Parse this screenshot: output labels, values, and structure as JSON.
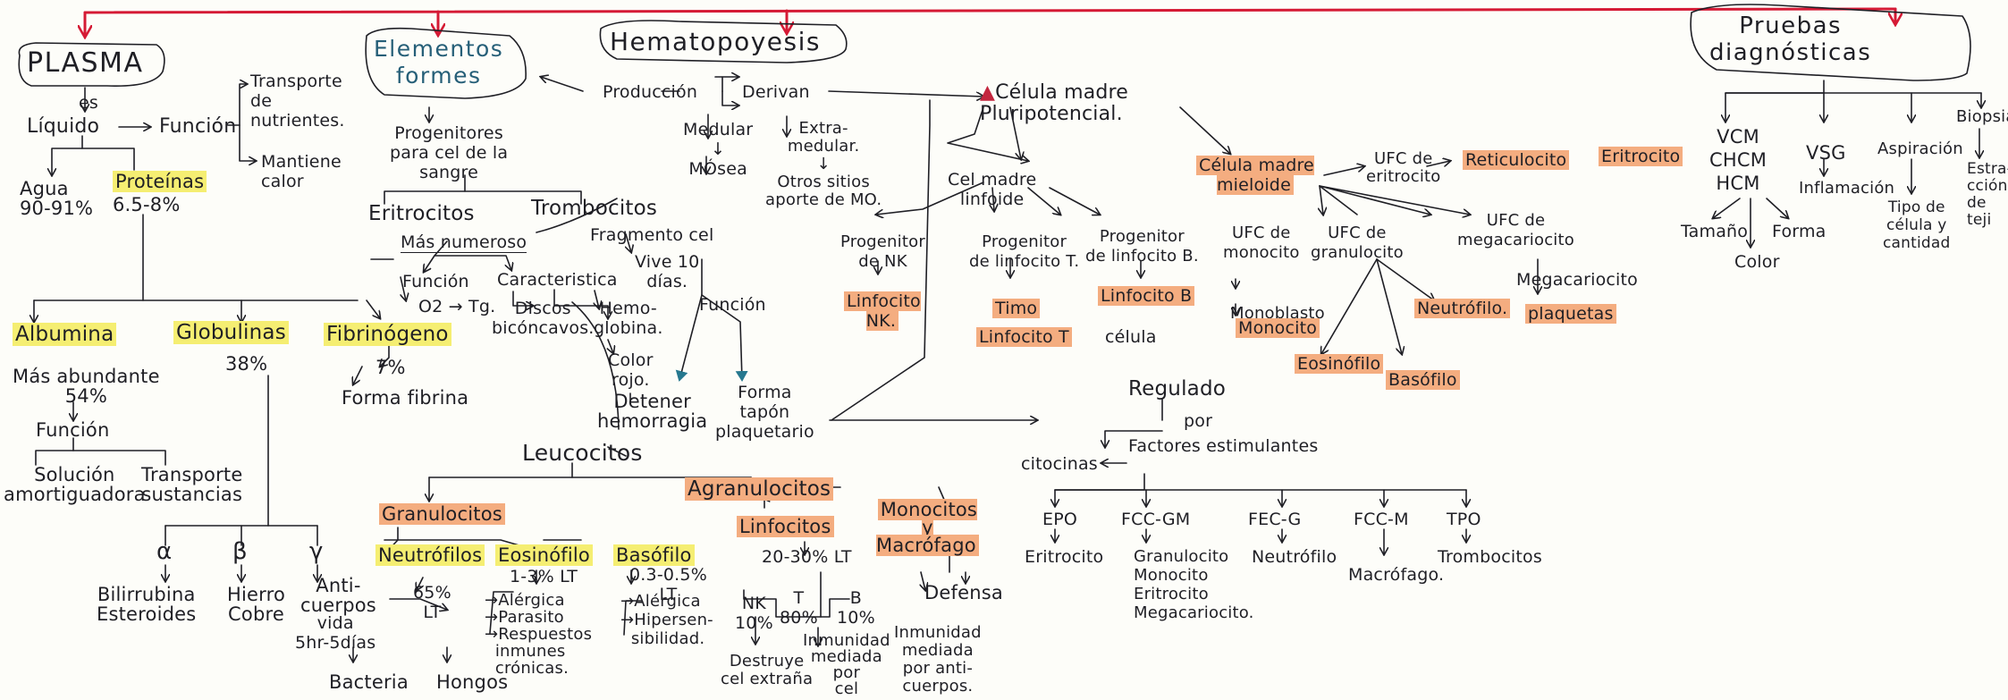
{
  "titles": {
    "plasma": "PLASMA",
    "elementos": "Elementos\nformes",
    "hematopoyesis": "Hematopoyesis",
    "pruebas": "Pruebas\ndiagnósticas"
  },
  "colors": {
    "ink": "#1f1f25",
    "top_arrow": "#d51a35",
    "highlight_yellow": "#f5ee72",
    "highlight_orange": "#f4ad80",
    "teal_text": "#265f78"
  },
  "plasma": {
    "es": "es",
    "liquido": "Líquido",
    "funcion": "Función",
    "transporte_nutrientes": "Transporte\nde\nnutrientes.",
    "mantiene_calor": "Mantiene\ncalor",
    "agua": "Agua\n90-91%",
    "proteinas": "Proteínas",
    "proteinas_pct": "6.5-8%",
    "albumina": "Albumina",
    "albumina_desc": "Más abundante\n54%",
    "albumina_funcion": "Función",
    "solucion": "Solución\namortiguadora",
    "transporte_sustancias": "Transporte\nsustancias",
    "globulinas": "Globulinas",
    "globulinas_pct": "38%",
    "fibrinogeno": "Fibrinógeno",
    "fibrinogeno_pct": "7%",
    "forma_fibrina": "Forma fibrina",
    "alfa": "α",
    "beta": "β",
    "gamma": "γ",
    "alfa_desc": "Bilirrubina\nEsteroides",
    "beta_desc": "Hierro\nCobre",
    "gamma_desc": "Anti-\ncuerpos"
  },
  "elementos": {
    "progenitores": "Progenitores\npara cel de la\nsangre",
    "eritrocitos": "Eritrocitos",
    "trombocitos": "Trombocitos",
    "mas_numeroso": "Más numeroso",
    "fragmento": "Fragmento cel",
    "vive": "Vive 10\ndías.",
    "funcion_eri": "Función",
    "o2_tg": "O2 → Tg.",
    "caracteristica": "Caracteristica",
    "discos": "Discos\nbicóncavos.",
    "hemoglobina": "Hemo-\nglobina.",
    "color_rojo": "Color\nrojo.",
    "funcion_trom": "Función",
    "detener": "Detener\nhemorragia",
    "forma_tapon": "Forma\ntapón\nplaquetario",
    "leucocitos": "Leucocitos",
    "granulocitos": "Granulocitos",
    "agranulocitos": "Agranulocitos",
    "neutrofilos": "Neutrófilos",
    "neutrofilos_pct": "65%\nLT",
    "vida": "vida\n5hr-5días",
    "bacteria": "Bacteria",
    "hongos": "Hongos",
    "eosinofilo": "Eosinófilo",
    "eosinofilo_pct": "1-3% LT",
    "eosinofilo_desc": "→Alérgica\n→Parasito\n→Respuestos\n  inmunes\n  crónicas.",
    "basofilo": "Basófilo",
    "basofilo_pct": "0.3-0.5%\nLT",
    "basofilo_desc": "→Alérgica\n→Hipersen-\n  sibilidad.",
    "linfocitos": "Linfocitos",
    "linfocitos_pct": "20-30% LT",
    "nk": "NK\n10%",
    "t": "T\n80%",
    "b": "B\n10%",
    "destruye": "Destruye\ncel extraña",
    "inmunidad_cel": "Inmunidad\nmediada\npor\ncel",
    "inmunidad_anti": "Inmunidad\nmediada\npor anti-\ncuerpos.",
    "monocitos": "Monocitos\ny\nMacrófago",
    "defensa": "Defensa"
  },
  "hemato": {
    "produccion": "Producción",
    "derivan": "Derivan",
    "medular": "Medular\n↓\nMÓsea",
    "extramedular": "Extra-\nmedular.\n↓\nOtros sitios\naporte de MO.",
    "celula_madre": "Célula madre\nPluripotencial.",
    "cel_linfoide": "Cel madre\nlinfoide",
    "prog_nk": "Progenitor\nde NK",
    "linfocito_nk": "Linfocito\nNK.",
    "prog_t": "Progenitor\nde linfocito T.",
    "timo": "Timo",
    "linfocito_t": "Linfocito T",
    "prog_b": "Progenitor\nde linfocito B.",
    "linfocito_b": "Linfocito B",
    "celula": "célula",
    "cel_mieloide": "Célula madre\nmieloide",
    "ufc_eritrocito": "UFC de\neritrocito",
    "reticulocito": "Reticulocito",
    "eritrocito": "Eritrocito",
    "ufc_monocito": "UFC de\nmonocito",
    "monoblasto": "Monoblasto",
    "monocito": "Monocito",
    "ufc_granulocito": "UFC de\ngranulocito",
    "neutrofilo": "Neutrófilo.",
    "eosinofilo": "Eosinófilo",
    "basofilo": "Basófilo",
    "ufc_megacariocito": "UFC de\nmegacariocito",
    "megacariocito": "Megacariocito",
    "plaquetas": "plaquetas",
    "regulado": "Regulado",
    "por": "por",
    "citocinas": "citocinas",
    "factores": "Factores estimulantes",
    "epo": "EPO",
    "epo_desc": "Eritrocito",
    "fcc_gm": "FCC-GM",
    "fcc_gm_desc": "Granulocito\nMonocito\nEritrocito\nMegacariocito.",
    "fec_g": "FEC-G",
    "fec_g_desc": "Neutrófilo",
    "fcc_m": "FCC-M",
    "fcc_m_desc": "Macrófago.",
    "tpo": "TPO",
    "tpo_desc": "Trombocitos"
  },
  "pruebas": {
    "vcm": "VCM\nCHCM\nHCM",
    "tamano": "Tamaño",
    "forma": "Forma",
    "color": "Color",
    "vsg": "VSG",
    "inflamacion": "Inflamación",
    "aspiracion": "Aspiración",
    "tipo_celula": "Tipo de\ncélula y\ncantidad",
    "biopsia": "Biopsia",
    "estratificacion": "Estra-\ncción\nde\nteji"
  }
}
